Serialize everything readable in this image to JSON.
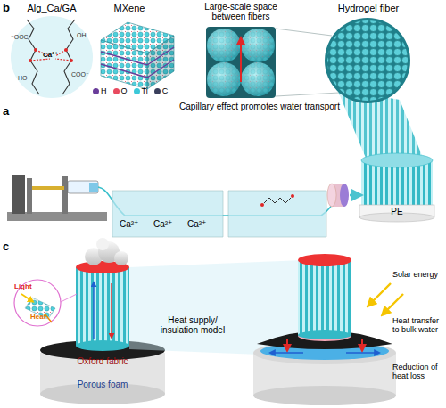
{
  "diagram": {
    "labels": [
      "b",
      "Alg_Ca/GA",
      "MXene",
      "Large-scale space between fibers",
      "Hydrogel fiber",
      "Capillary effect promotes water transport",
      "a",
      "Ca²⁺",
      "Ca²⁺",
      "Ca²⁺",
      "PE",
      "c",
      "Light",
      "Heat",
      "Oxford fabric",
      "Porous foam",
      "Heat supply/ insulation model",
      "Solar energy",
      "Heat transfer to bulk water",
      "Reduction of heat loss",
      "Ca²⁺",
      "⁻OOC",
      "COO⁻",
      "HO",
      "OH"
    ],
    "legend": [
      {
        "text": "H",
        "color": "#6a3d9a"
      },
      {
        "text": "O",
        "color": "#e84a5f"
      },
      {
        "text": "Ti",
        "color": "#3cc8d8"
      },
      {
        "text": "C",
        "color": "#3a3f5c"
      }
    ]
  }
}
